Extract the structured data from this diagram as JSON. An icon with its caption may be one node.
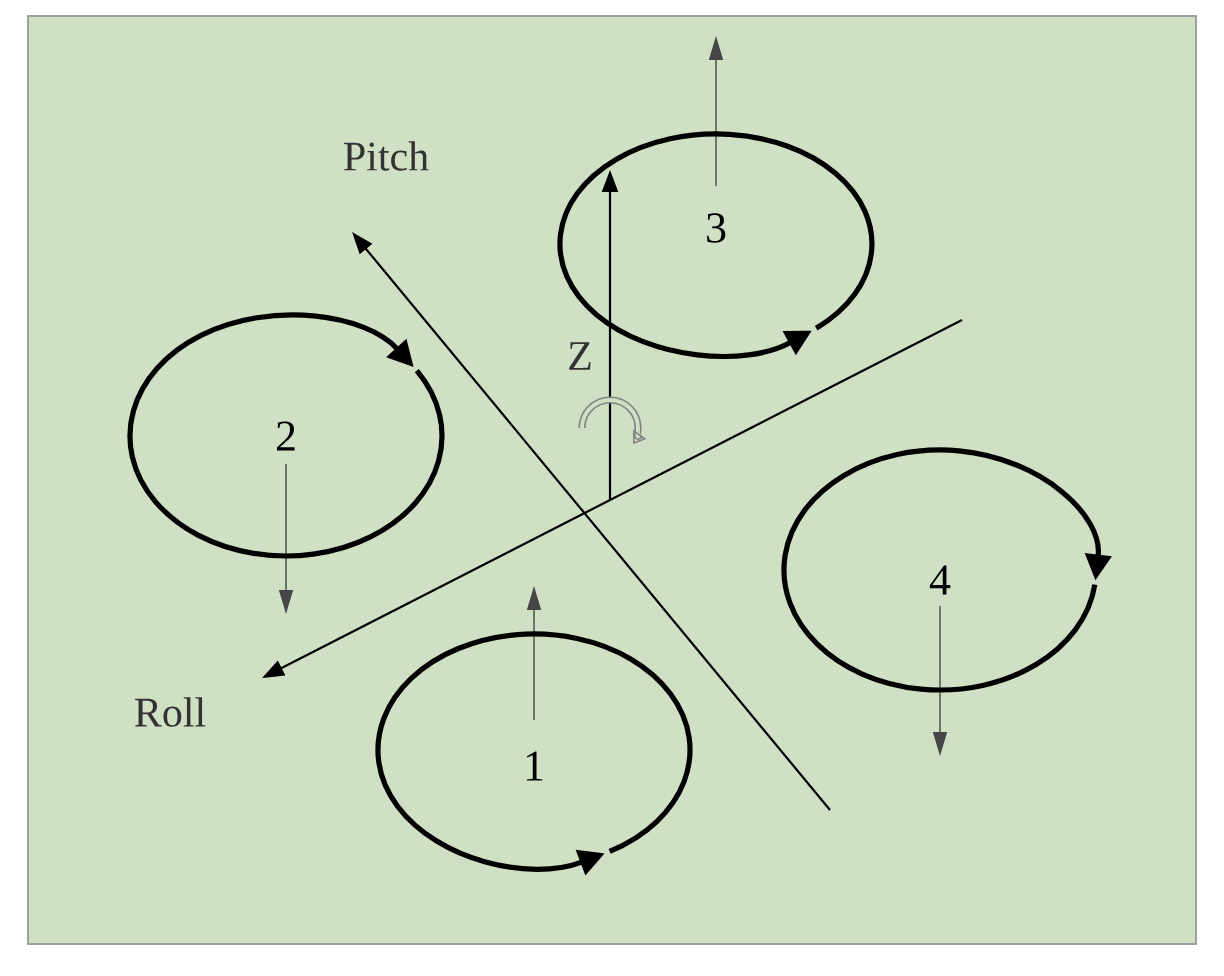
{
  "diagram": {
    "nodes": [
      {
        "text": [
          "3"
        ]
      },
      {
        "text": [
          "2"
        ]
      },
      {
        "text": [
          "4"
        ]
      },
      {
        "text": [
          "1"
        ]
      }
    ],
    "labels": [
      "Pitch",
      "Z",
      "Roll"
    ]
  }
}
